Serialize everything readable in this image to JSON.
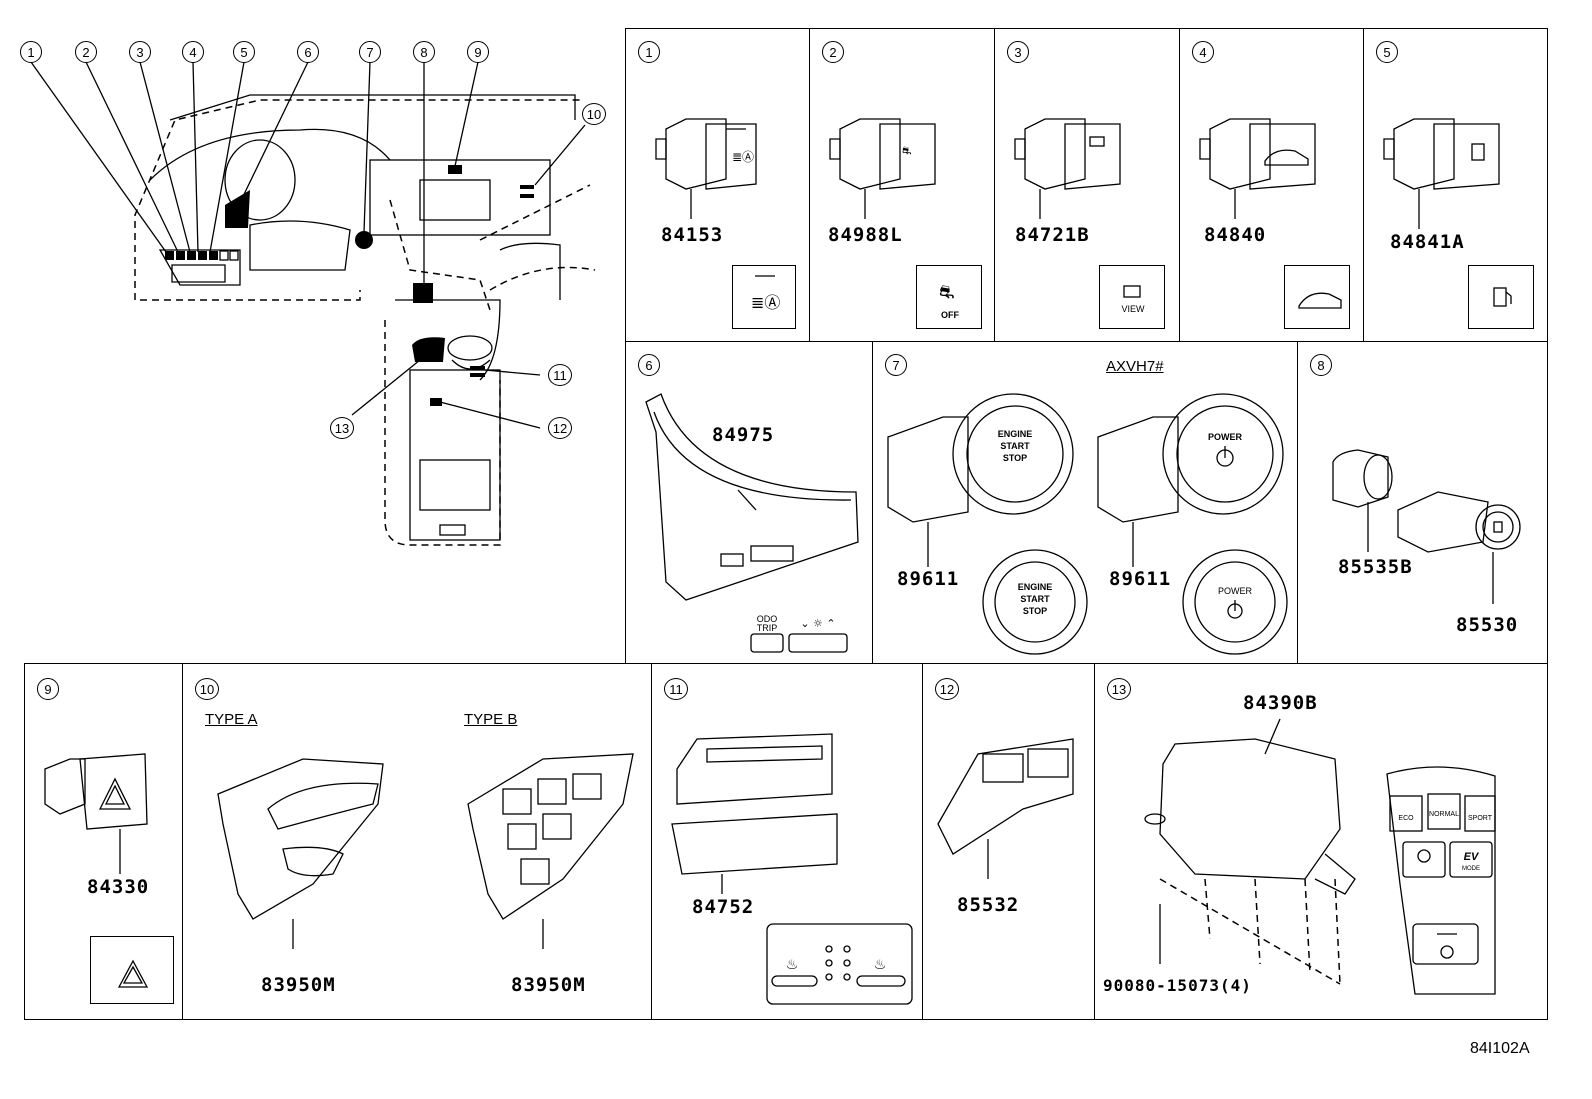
{
  "callouts": [
    "1",
    "2",
    "3",
    "4",
    "5",
    "6",
    "7",
    "8",
    "9",
    "10",
    "11",
    "12",
    "13"
  ],
  "panels": [
    {
      "num": "1",
      "part": "84153"
    },
    {
      "num": "2",
      "part": "84988L",
      "icon_text": "OFF"
    },
    {
      "num": "3",
      "part": "84721B",
      "icon_text": "VIEW"
    },
    {
      "num": "4",
      "part": "84840"
    },
    {
      "num": "5",
      "part": "84841A"
    },
    {
      "num": "6",
      "part": "84975",
      "labels": {
        "odo": "ODO",
        "trip": "TRIP"
      }
    },
    {
      "num": "7",
      "variant": "AXVH7#",
      "parts": [
        "89611",
        "89611"
      ],
      "engine_lines": [
        "ENGINE",
        "START",
        "STOP"
      ],
      "power": "POWER"
    },
    {
      "num": "8",
      "parts": [
        "85535B",
        "85530"
      ]
    },
    {
      "num": "9",
      "part": "84330"
    },
    {
      "num": "10",
      "type_a": "TYPE A",
      "type_b": "TYPE B",
      "parts": [
        "83950M",
        "83950M"
      ]
    },
    {
      "num": "11",
      "part": "84752"
    },
    {
      "num": "12",
      "part": "85532"
    },
    {
      "num": "13",
      "part": "84390B",
      "screw": "90080-15073(4)",
      "buttons": {
        "eco": "ECO",
        "normal": "NORMAL",
        "sport": "SPORT",
        "ev": "EV",
        "ev_sub": "MODE"
      }
    }
  ],
  "reference": "84I102A"
}
